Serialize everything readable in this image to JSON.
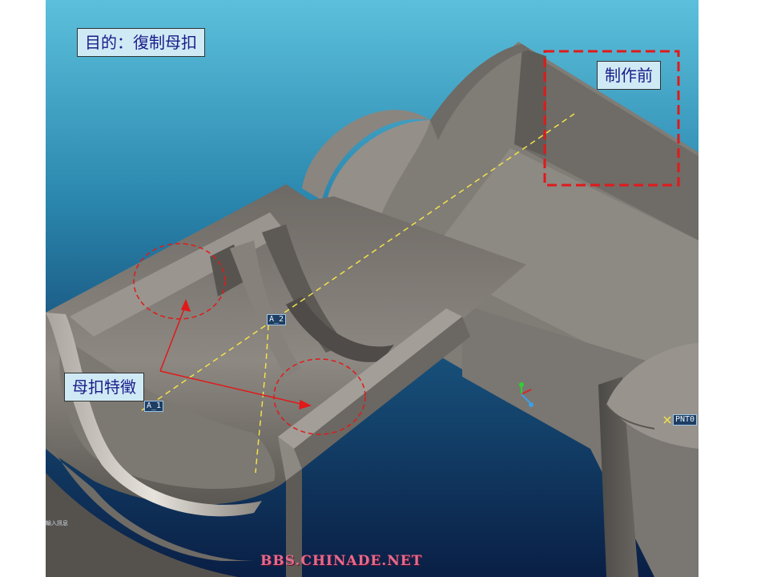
{
  "slide": {
    "title_box": "目的：復制母扣",
    "before_box": "制作前",
    "feature_box": "母扣特徵"
  },
  "model_view": {
    "datum_axes": [
      "A_1",
      "A_2"
    ],
    "datum_point": "PNT0",
    "status_hint": "輸入訊息"
  },
  "watermark": "BBS.CHINADE.NET",
  "colors": {
    "highlight_red": "#e01a1a",
    "annotation_box_bg": "#cfeaf4",
    "annotation_text": "#1b1b8a",
    "part_gray": "#7e7a74",
    "axis_yellow": "#f2e24a"
  }
}
